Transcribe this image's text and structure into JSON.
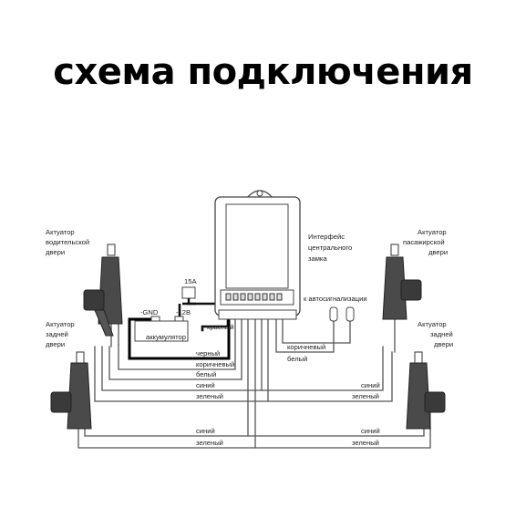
{
  "title": "схема подключения",
  "actuators": {
    "driver_door": [
      "Актуатор",
      "водительской",
      "двери"
    ],
    "passenger_door": [
      "Актуатор",
      "пасажирской",
      "двери"
    ],
    "rear_left": [
      "Актуатор",
      "задней",
      "двери"
    ],
    "rear_right": [
      "Актуатор",
      "задней",
      "двери"
    ]
  },
  "interface": [
    "Интерфейс",
    "центрального",
    "замка"
  ],
  "alarm_label": "к автосигнализации",
  "battery": {
    "gnd": "-GND",
    "plus": "-12В",
    "label": "аккумулятор",
    "fuse": "15А"
  },
  "wires": {
    "red": "красный",
    "black": "черный",
    "brown": "коричневый",
    "white": "белый",
    "blue": "синий",
    "green": "зеленый"
  }
}
